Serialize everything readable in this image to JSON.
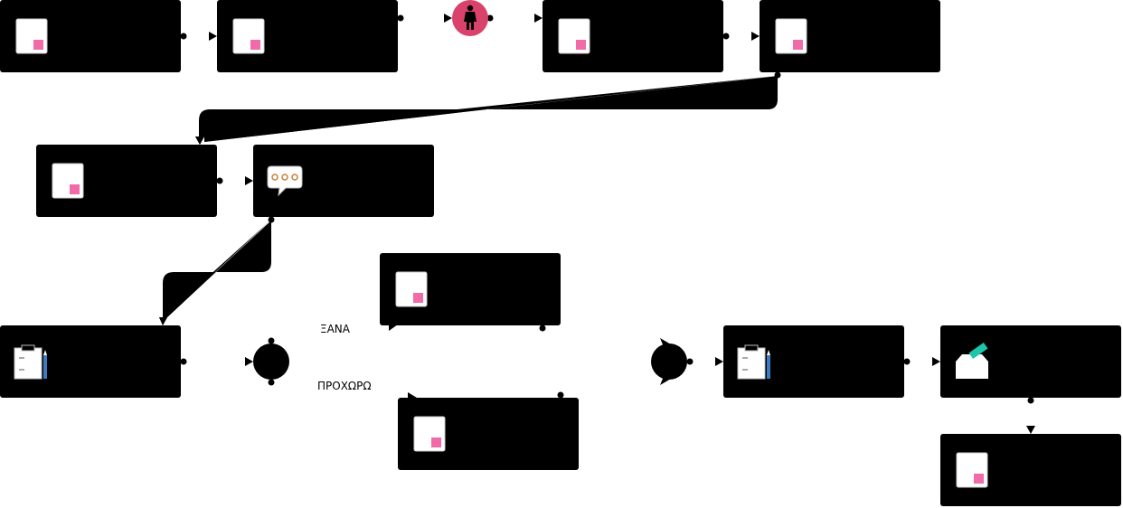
{
  "diagram": {
    "colors": {
      "node_fill": "#000000",
      "background": "#ffffff",
      "accent_pink": "#f06ba8",
      "person_circle": "#d9436b",
      "approve_teal": "#1cc6a8"
    },
    "branches": {
      "back_label": "ΞΑΝΑ",
      "forward_label": "ΠΡΟΧΩΡΩ"
    },
    "icons": {
      "form": "form-icon",
      "person": "person-icon",
      "speech": "speech-bubble-icon",
      "checklist": "checklist-clipboard-icon",
      "inbox": "inbox-approve-icon",
      "gateway": "gateway"
    }
  }
}
